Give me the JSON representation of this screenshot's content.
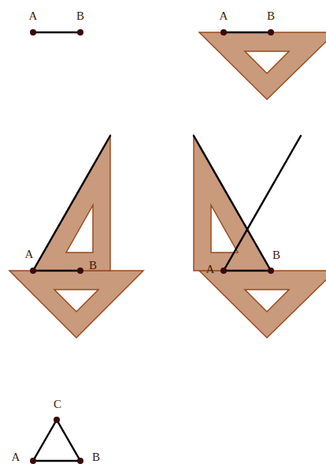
{
  "diagram": {
    "labels": [
      "A",
      "B",
      "A",
      "B",
      "A",
      "B",
      "A",
      "B",
      "C",
      "A",
      "B"
    ]
  }
}
